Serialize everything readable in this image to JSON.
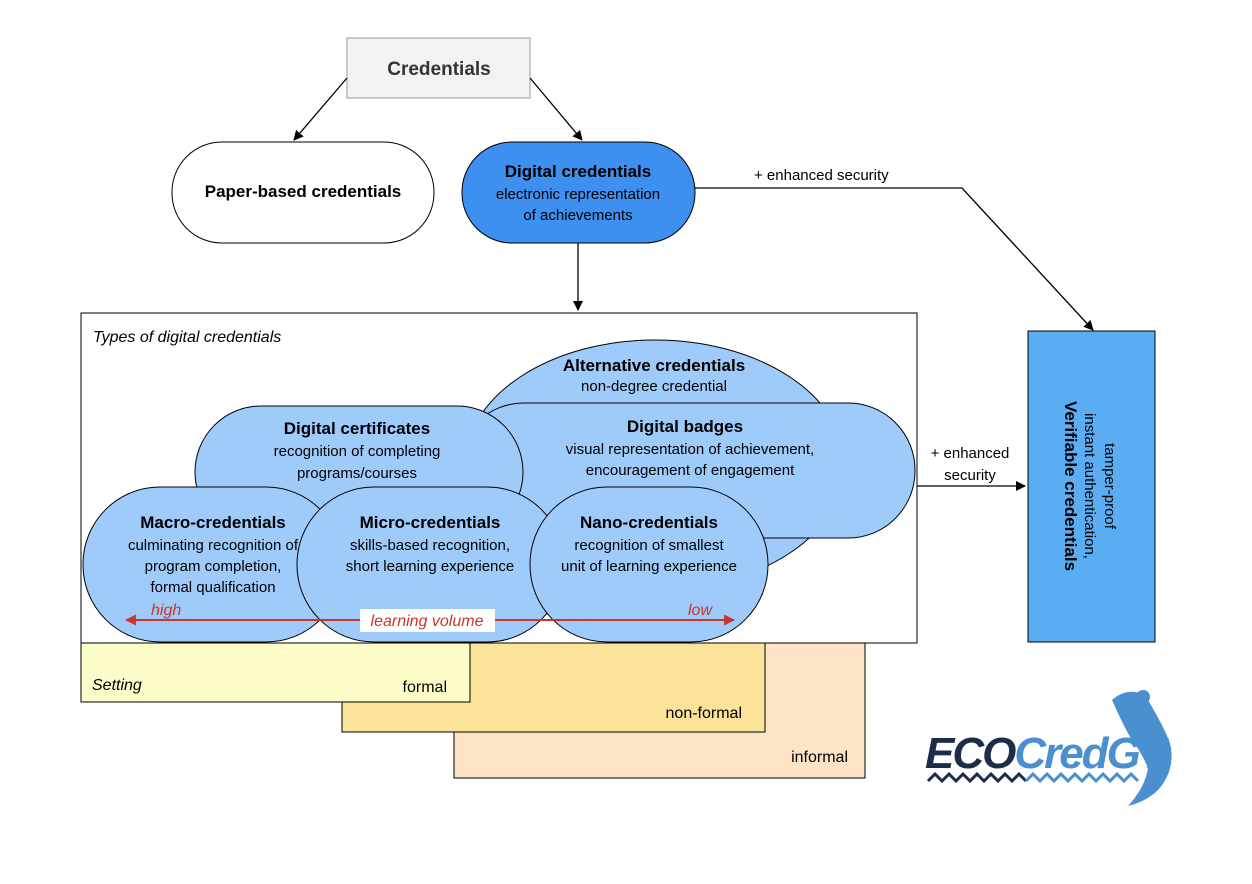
{
  "root": {
    "label": "Credentials"
  },
  "paper": {
    "label": "Paper-based credentials"
  },
  "digital": {
    "title": "Digital credentials",
    "desc_line1": "electronic representation",
    "desc_line2": "of achievements"
  },
  "edge_top": {
    "label": "+ enhanced security"
  },
  "edge_mid": {
    "line1": "+ enhanced",
    "line2": "security"
  },
  "types": {
    "title": "Types of digital credentials",
    "alternative": {
      "title": "Alternative credentials",
      "desc_line1": "non-degree credential"
    },
    "badges": {
      "title": "Digital badges",
      "desc_line1": "visual representation of achievement,",
      "desc_line2": "encouragement of engagement"
    },
    "certificates": {
      "title": "Digital certificates",
      "desc_line1": "recognition of completing",
      "desc_line2": "programs/courses"
    },
    "macro": {
      "title": "Macro-credentials",
      "desc_line1": "culminating recognition of",
      "desc_line2": "program completion,",
      "desc_line3": "formal qualification"
    },
    "micro": {
      "title": "Micro-credentials",
      "desc_line1": "skills-based recognition,",
      "desc_line2": "short learning experience"
    },
    "nano": {
      "title": "Nano-credentials",
      "desc_line1": "recognition of smallest",
      "desc_line2": "unit of learning experience"
    }
  },
  "learning_volume": {
    "label": "learning volume",
    "high": "high",
    "low": "low"
  },
  "verifiable": {
    "title": "Verifiable credentials",
    "desc_line1": "instant authentication,",
    "desc_line2": "tamper-proof"
  },
  "setting": {
    "title": "Setting",
    "formal": "formal",
    "nonformal": "non-formal",
    "informal": "informal"
  },
  "logo": {
    "text_part1": "ECO",
    "text_part2": "CredGT"
  },
  "colors": {
    "digital_fill": "#3d8ff0",
    "bubble_fill": "#9ecbfa",
    "verifiable_fill": "#5aadf2",
    "formal_fill": "#fdfdc9",
    "nonformal_fill": "#fbe39a",
    "informal_fill": "#fde4c6",
    "arrow_red": "#c8352a",
    "logo_dark": "#1c2d4a",
    "logo_blue": "#4a8fd0"
  }
}
